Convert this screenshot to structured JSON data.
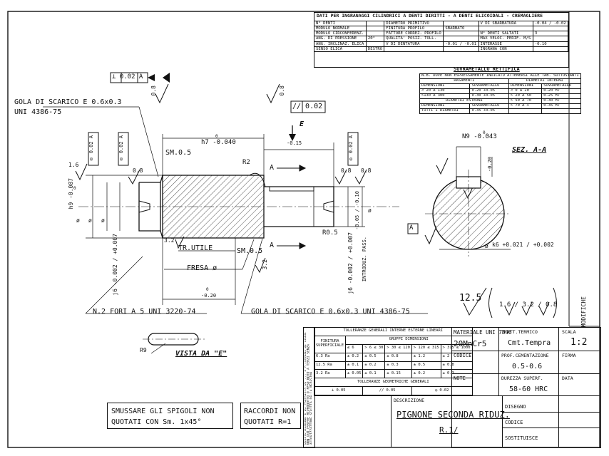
{
  "gear_data": {
    "title": "DATI PER INGRANAGGI CILINDRICI A DENTI DIRITTI - A DENTI ELICOIDALI - CREMAGLIERE",
    "rows": [
      [
        "N° DENTI",
        "",
        "DIAMETRO PRIMITIVO",
        "",
        "V DI SBARBATURA",
        "-0.04 / -0.02"
      ],
      [
        "MODULO NORMALE",
        "",
        "FINITURA PROFILO",
        "SBARBATO",
        "",
        ""
      ],
      [
        "MODULO CIRCONFERENZ.",
        "",
        "FATTORE CORREZ. PROFILO",
        "",
        "N° DENTI SALTATI",
        "3"
      ],
      [
        "ANG. DI PRESSIONE",
        "20°",
        "QUALITA' POSIZ. TOLL.",
        "",
        "MAX VELOC. PERIF. M/S",
        ""
      ],
      [
        "ANG. INCLINAZ. ELICA",
        "",
        "V DI DENTATURA",
        "-0.01 / -0.01",
        "INTERASSE",
        "-0.10"
      ],
      [
        "SENSO ELICA",
        "DESTRO",
        "",
        "",
        "INGRANA CON",
        ""
      ]
    ]
  },
  "oversize": {
    "title": "SOVRAMETALLO RETTIFICA",
    "note": "N.B. DOVE NON ESPRESSAMENTE INDICATO ATTENERSI ALLE TAB. SOTTOSTANTI",
    "left_title": "RASAMENTI",
    "right_title": "DIAMETRI INTERNI",
    "col_dim": "DIMENSIONI",
    "col_sov": "SOVRAMETALLO",
    "rasamenti": [
      [
        "< 20 A 130",
        "0.20 +0.05"
      ],
      [
        ">130 A 300",
        "0.30 +0.05"
      ]
    ],
    "esterni_title": "DIAMETRI ESTERNI",
    "esterni": [
      [
        "TUTTI I DIAMETRI",
        "0.35 +0.05"
      ]
    ],
    "interni": [
      [
        "< 0 A 20",
        "0.20 H7"
      ],
      [
        "> 20 A 50",
        "0.25 H7"
      ],
      [
        "> 50 A 70",
        "0.30 H7"
      ],
      [
        "> 70 A ∞",
        "0.35 H7"
      ]
    ]
  },
  "drawing": {
    "gola_top": "GOLA DI SCARICO E 0.6x0.3",
    "uni_top": "UNI 4386-75",
    "perp_frame": "⊥ 0.02 A",
    "parallel_frame": "// 0.02",
    "view_arrow": "E",
    "sm05_top": "SM.0.5",
    "sm05_bot": "SM.0.5",
    "h7": "h7 -0.040",
    "h7_zero": "0",
    "dim_015": "-0.15",
    "dim_015_zero": "0",
    "r2": "R2",
    "runout": "◎ 0.02 A",
    "roughness_08": "0.8",
    "roughness_16": "1.6",
    "roughness_32": "3.2",
    "h9": "h9 -0.087",
    "h9_zero": "0",
    "j6a": "j6 -0.002 / +0.007",
    "j6b": "j6 -0.002 / +0.007",
    "dim_005": "-0.05 / -0.10",
    "dia": "ø",
    "section_label": "A",
    "r05": "R0.5",
    "introduz": "INTRODUZ. PASS.",
    "tr_utile": "TR.UTILE",
    "fresa": "FRESA ø",
    "dim_020": "-0.20",
    "dim_020_zero": "0",
    "fori": "N.2 FORI A 5 UNI 3220-74",
    "gola_bot": "GOLA DI SCARICO E 0.6x0.3 UNI 4386-75",
    "n9": "N9 -0.043",
    "n9_zero": "0",
    "sez": "SEZ. A-A",
    "k6": "k6 +0.021 / +0.002",
    "dim_020v": "-0.20",
    "datum_a": "A",
    "surface_general": "12.5",
    "surface_bracket": "1.6 / 3.2 / 0.8",
    "vista": "VISTA DA \"E\"",
    "r9": "R9",
    "modifiche": "MODIFICHE"
  },
  "tolerances": {
    "title": "TOLLERANZE GENERALI INTERNE ESTERNE LINEARI",
    "finitura": "FINITURA SUPERFICIALE",
    "gruppi": "GRUPPI DIMENSIONI",
    "cols": [
      "≤ 6",
      "> 6 ≤ 30",
      "> 30 ≤ 120",
      "> 120 ≤ 315",
      "> 315 ≤ 1000"
    ],
    "rows": [
      [
        "6.3 Ra",
        "± 0.2",
        "± 0.5",
        "± 0.8",
        "± 1.2",
        "± 2"
      ],
      [
        "12.5 Ra",
        "± 0.1",
        "± 0.2",
        "± 0.3",
        "± 0.5",
        "± 0.8"
      ],
      [
        "3.2 Ra",
        "± 0.05",
        "± 0.1",
        "± 0.15",
        "± 0.2",
        "± 0.3"
      ]
    ],
    "geom_title": "TOLLERANZE GEOMETRICHE GENERALI",
    "geom": [
      "⊥ 0.05",
      "// 0.05",
      "◎ 0.02"
    ]
  },
  "copyright": "QUESTO DISEGNO È DI PROPRIETÀ DI ... E A TERMINI DI LEGGE NON PUÒ ESSERE RIPRODOTTO O RESO NOTO A TERZI SENZA AUTORIZZAZIONE SCRITTA DELLA MEDESIMA",
  "title_block": {
    "materiale_label": "MATERIALE UNI 7846",
    "materiale": "20MnCr5",
    "codice_label": "CODICE",
    "note_label": "NOTE",
    "tratt_label": "TRATT.TERMICO",
    "tratt": "Cmt.Tempra",
    "scala_label": "SCALA",
    "scala": "1:2",
    "prof_label": "PROF.CEMENTAZIONE",
    "prof": "0.5-0.6",
    "firma_label": "FIRMA",
    "durezza_label": "DUREZZA SUPERF.",
    "durezza": "58-60 HRC",
    "data_label": "DATA",
    "descrizione_label": "DESCRIZIONE",
    "descrizione": "PIGNONE SECONDA RIDUZ.",
    "code": "R.1/",
    "disegno_label": "DISEGNO",
    "codice2_label": "CODICE",
    "sostituisce_label": "SOSTITUISCE"
  },
  "notes": {
    "smussare": "SMUSSARE GLI SPIGOLI NON QUOTATI CON Sm. 1x45°",
    "raccordi": "RACCORDI NON QUOTATI R=1"
  }
}
